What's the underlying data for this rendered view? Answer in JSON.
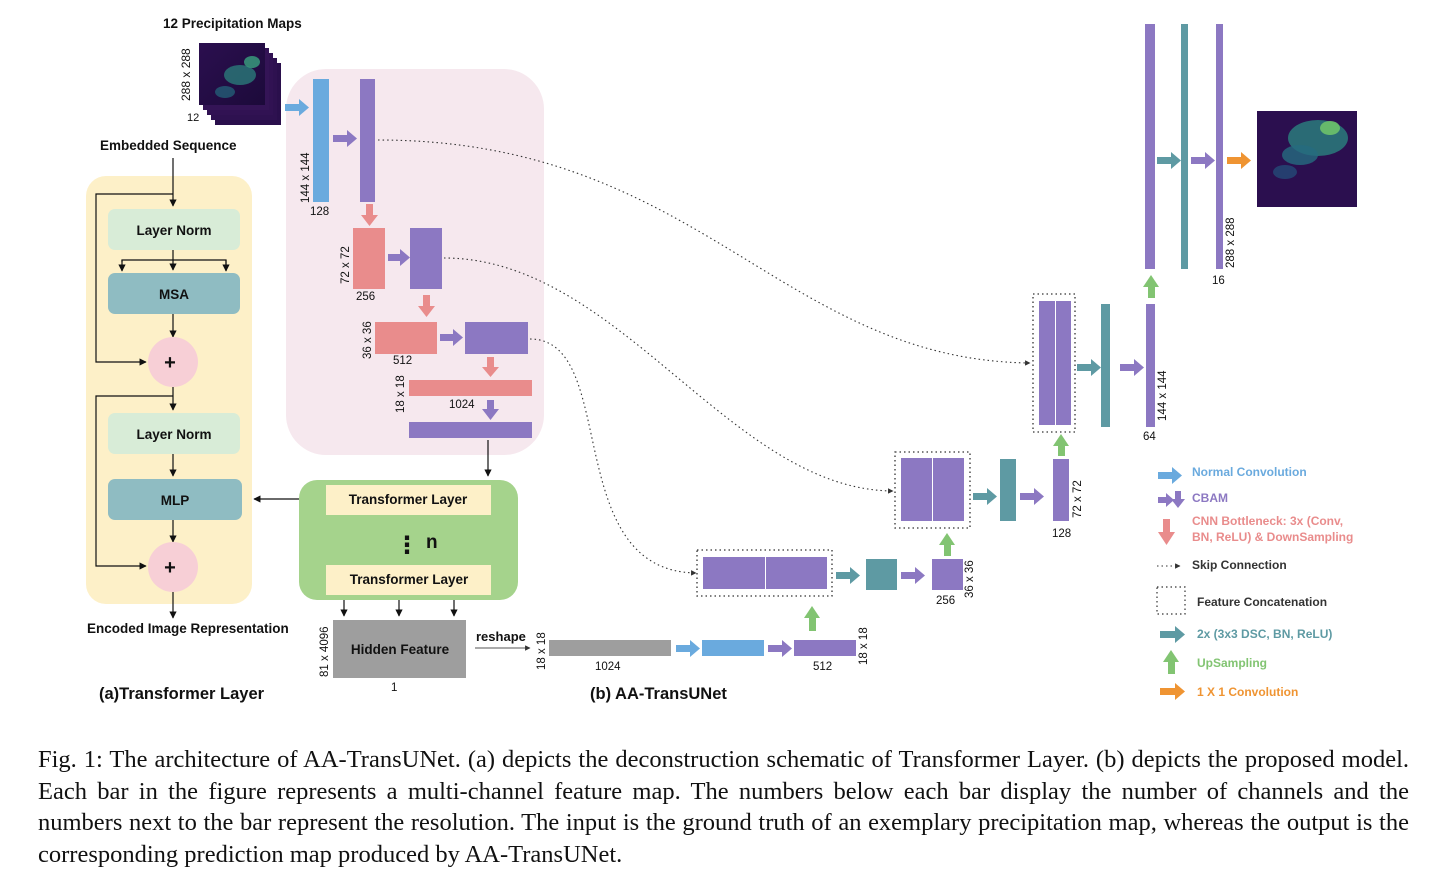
{
  "input": {
    "title": "12 Precipitation Maps",
    "resolution": "288 x 288",
    "channels": "12"
  },
  "transformer_layer": {
    "embedded_sequence": "Embedded Sequence",
    "layer_norm_1": "Layer Norm",
    "msa": "MSA",
    "plus_1": "+",
    "layer_norm_2": "Layer Norm",
    "mlp": "MLP",
    "plus_2": "+",
    "encoded": "Encoded Image Representation",
    "subtitle": "(a)Transformer Layer"
  },
  "encoder": {
    "conv1_resolution": "144 x 144",
    "conv1_channels": "128",
    "b1_resolution": "72 x 72",
    "b1_channels": "256",
    "b2_resolution": "36 x 36",
    "b2_channels": "512",
    "b3_resolution": "18 x 18",
    "b3_channels": "1024"
  },
  "transformer_stack": {
    "top": "Transformer Layer",
    "dots": "⋮",
    "n": "n",
    "bottom": "Transformer Layer"
  },
  "hidden": {
    "label": "Hidden Feature",
    "resolution": "81 x 4096",
    "channels": "1",
    "reshape": "reshape",
    "reshape_res": "18 x 18",
    "gray_channels": "1024",
    "cbam_channels": "512",
    "cbam_res": "18 x 18"
  },
  "decoder": {
    "d1_res": "36 x 36",
    "d1_channels": "256",
    "d2_res": "72 x 72",
    "d2_channels": "128",
    "d3_res": "144 x 144",
    "d3_channels": "64",
    "d4_res": "288 x 288",
    "d4_channels": "16"
  },
  "subtitle_b": "(b) AA-TransUNet",
  "legend": [
    {
      "label": "Normal Convolution",
      "color": "#6aaade"
    },
    {
      "label": "CBAM",
      "color": "#8c78c2"
    },
    {
      "label": "CNN Bottleneck: 3x (Conv,",
      "label2": "BN, ReLU) & DownSampling",
      "color": "#e98c8c"
    },
    {
      "label": "Skip Connection",
      "color": "#333333"
    },
    {
      "label": "Feature Concatenation",
      "color": "#333333"
    },
    {
      "label": "2x (3x3 DSC, BN, ReLU)",
      "color": "#5e9aa3"
    },
    {
      "label": "UpSampling",
      "color": "#82c472"
    },
    {
      "label": "1 X 1 Convolution",
      "color": "#ef9432"
    }
  ],
  "colors": {
    "conv": "#6aaade",
    "cbam": "#8c78c2",
    "bottleneck": "#e98c8c",
    "dsc": "#5e9aa3",
    "upsample": "#82c472",
    "conv1x1": "#ef9432",
    "hidden": "#9e9e9e"
  },
  "caption": "Fig. 1: The architecture of AA-TransUNet. (a) depicts the deconstruction schematic of Transformer Layer. (b) depicts the proposed model. Each bar in the figure represents a multi-channel feature map. The numbers below each bar display the number of channels and the numbers next to the bar represent the resolution. The input is the ground truth of an exemplary precipitation map, whereas the output is the corresponding prediction map produced by AA-TransUNet."
}
